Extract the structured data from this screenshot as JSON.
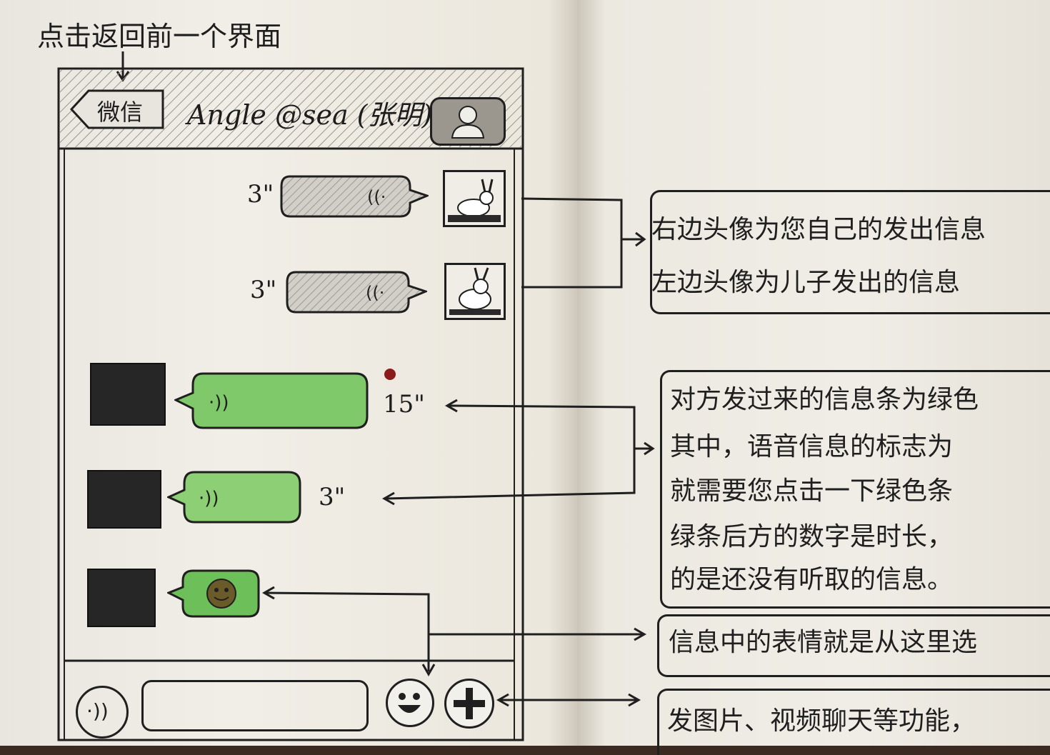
{
  "annotation_top": "点击返回前一个界面",
  "phone": {
    "back_label": "微信",
    "title": "Angle @sea (张明)",
    "messages_right": [
      {
        "duration": "3\""
      },
      {
        "duration": "3\""
      }
    ],
    "messages_left": [
      {
        "duration": "15\""
      },
      {
        "duration": "3\""
      }
    ]
  },
  "notes": {
    "avatar_note": [
      "右边头像为您自己的发出信息",
      "左边头像为儿子发出的信息"
    ],
    "green_note": [
      "对方发过来的信息条为绿色",
      "其中，语音信息的标志为",
      "就需要您点击一下绿色条",
      "绿条后方的数字是时长，",
      "的是还没有听取的信息。"
    ],
    "emoji_note": "信息中的表情就是从这里选",
    "plus_note": "发图片、视频聊天等功能，"
  },
  "colors": {
    "bubble_green": "#7fc96a",
    "bubble_gray": "#c9c6bf",
    "ink": "#1f1f1f",
    "unread_dot": "#8b1a1a"
  }
}
